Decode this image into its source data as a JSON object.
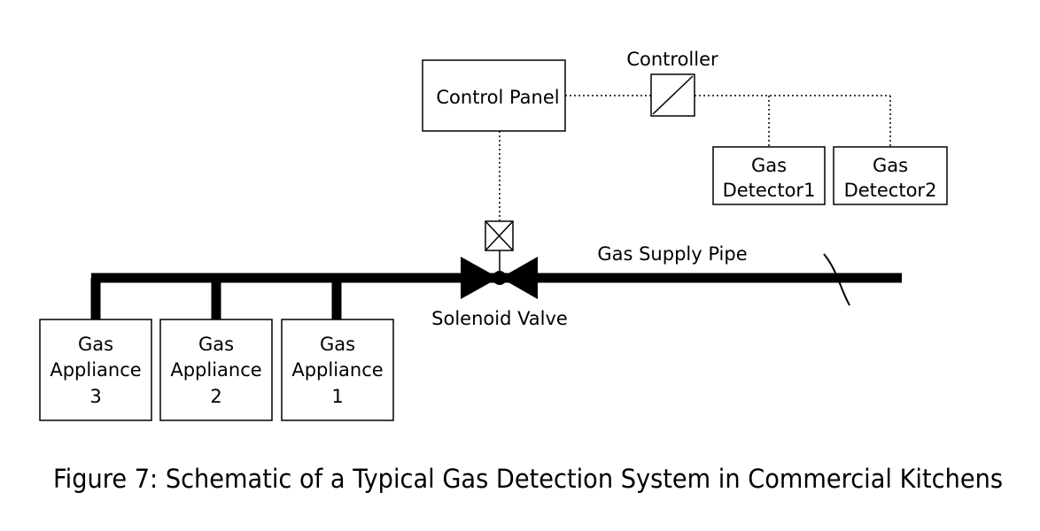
{
  "control_panel": {
    "label": "Control Panel"
  },
  "controller": {
    "label": "Controller"
  },
  "detectors": [
    {
      "line1": "Gas",
      "line2": "Detector1"
    },
    {
      "line1": "Gas",
      "line2": "Detector2"
    }
  ],
  "appliances": [
    {
      "line1": "Gas",
      "line2": "Appliance",
      "line3": "3"
    },
    {
      "line1": "Gas",
      "line2": "Appliance",
      "line3": "2"
    },
    {
      "line1": "Gas",
      "line2": "Appliance",
      "line3": "1"
    }
  ],
  "valve": {
    "label": "Solenoid Valve"
  },
  "pipe": {
    "label": "Gas Supply Pipe"
  },
  "caption": "Figure 7: Schematic of a Typical Gas Detection System in Commercial Kitchens"
}
